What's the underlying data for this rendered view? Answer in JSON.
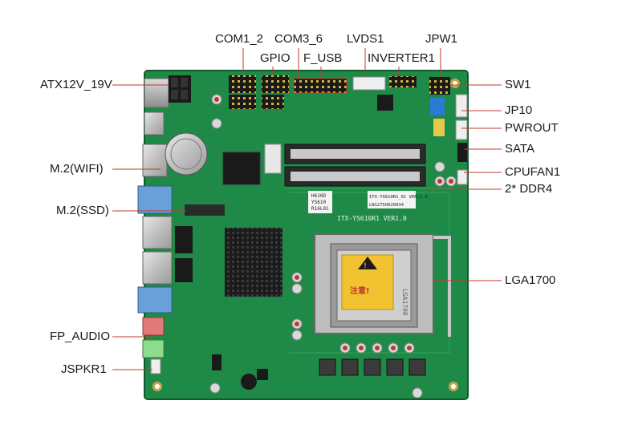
{
  "colors": {
    "pcb": "#1f8a48",
    "pcb_dark": "#157037",
    "leader": "#c0392b",
    "label": "#1a1a1a"
  },
  "labels": {
    "com1_2": "COM1_2",
    "com3_6": "COM3_6",
    "lvds1": "LVDS1",
    "jpw1": "JPW1",
    "gpio": "GPIO",
    "f_usb": "F_USB",
    "inverter1": "INVERTER1",
    "atx12v": "ATX12V_19V",
    "sw1": "SW1",
    "jp10": "JP10",
    "pwrout": "PWROUT",
    "sata": "SATA",
    "m2_wifi": "M.2(WIFI)",
    "cpufan1": "CPUFAN1",
    "ddr4": "2* DDR4",
    "m2_ssd": "M.2(SSD)",
    "lga1700": "LGA1700",
    "fp_audio": "FP_AUDIO",
    "jspkr1": "JSPKR1"
  },
  "board_text": {
    "model": "ITX-YS610R1 VER1.0",
    "sticker_top": "ITX-YS610R1_6C VER:1.0",
    "sticker_sn": "LN1275O020034",
    "h610": "H610D",
    "ys610": "YS610",
    "r16": "R16L01",
    "socket_warning": "注意!",
    "socket_name": "LGA1700"
  }
}
